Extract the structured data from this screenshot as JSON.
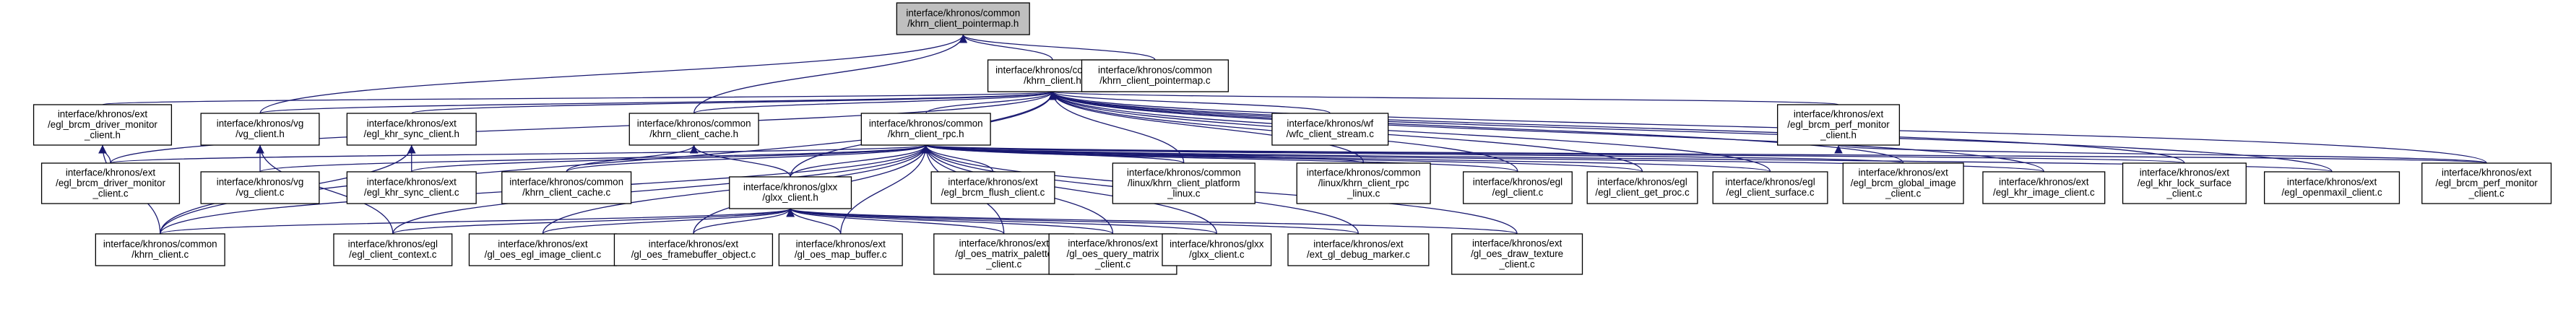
{
  "diagram": {
    "nodes": [
      {
        "id": "root",
        "lines": [
          "interface/khronos/common",
          "/khrn_client_pointermap.h"
        ],
        "root": true
      },
      {
        "id": "khrn_client_h",
        "lines": [
          "interface/khronos/common",
          "/khrn_client.h"
        ]
      },
      {
        "id": "khrn_client_pointermap_c",
        "lines": [
          "interface/khronos/common",
          "/khrn_client_pointermap.c"
        ]
      },
      {
        "id": "drv_mon_h",
        "lines": [
          "interface/khronos/ext",
          "/egl_brcm_driver_monitor",
          "_client.h"
        ]
      },
      {
        "id": "vg_client_h",
        "lines": [
          "interface/khronos/vg",
          "/vg_client.h"
        ]
      },
      {
        "id": "khr_sync_h",
        "lines": [
          "interface/khronos/ext",
          "/egl_khr_sync_client.h"
        ]
      },
      {
        "id": "client_cache_h",
        "lines": [
          "interface/khronos/common",
          "/khrn_client_cache.h"
        ]
      },
      {
        "id": "client_rpc_h",
        "lines": [
          "interface/khronos/common",
          "/khrn_client_rpc.h"
        ]
      },
      {
        "id": "wfc_stream_c",
        "lines": [
          "interface/khronos/wf",
          "/wfc_client_stream.c"
        ]
      },
      {
        "id": "perf_mon_h",
        "lines": [
          "interface/khronos/ext",
          "/egl_brcm_perf_monitor",
          "_client.h"
        ]
      },
      {
        "id": "drv_mon_c",
        "lines": [
          "interface/khronos/ext",
          "/egl_brcm_driver_monitor",
          "_client.c"
        ]
      },
      {
        "id": "vg_client_c",
        "lines": [
          "interface/khronos/vg",
          "/vg_client.c"
        ]
      },
      {
        "id": "khr_sync_c",
        "lines": [
          "interface/khronos/ext",
          "/egl_khr_sync_client.c"
        ]
      },
      {
        "id": "client_cache_c",
        "lines": [
          "interface/khronos/common",
          "/khrn_client_cache.c"
        ]
      },
      {
        "id": "glxx_client_h",
        "lines": [
          "interface/khronos/glxx",
          "/glxx_client.h"
        ]
      },
      {
        "id": "flush_c",
        "lines": [
          "interface/khronos/ext",
          "/egl_brcm_flush_client.c"
        ]
      },
      {
        "id": "linux_platform_c",
        "lines": [
          "interface/khronos/common",
          "/linux/khrn_client_platform",
          "_linux.c"
        ]
      },
      {
        "id": "linux_rpc_c",
        "lines": [
          "interface/khronos/common",
          "/linux/khrn_client_rpc",
          "_linux.c"
        ]
      },
      {
        "id": "egl_client_c",
        "lines": [
          "interface/khronos/egl",
          "/egl_client.c"
        ]
      },
      {
        "id": "egl_get_proc_c",
        "lines": [
          "interface/khronos/egl",
          "/egl_client_get_proc.c"
        ]
      },
      {
        "id": "egl_surface_c",
        "lines": [
          "interface/khronos/egl",
          "/egl_client_surface.c"
        ]
      },
      {
        "id": "global_image_c",
        "lines": [
          "interface/khronos/ext",
          "/egl_brcm_global_image",
          "_client.c"
        ]
      },
      {
        "id": "khr_image_c",
        "lines": [
          "interface/khronos/ext",
          "/egl_khr_image_client.c"
        ]
      },
      {
        "id": "khr_lock_surface_c",
        "lines": [
          "interface/khronos/ext",
          "/egl_khr_lock_surface",
          "_client.c"
        ]
      },
      {
        "id": "openmaxil_c",
        "lines": [
          "interface/khronos/ext",
          "/egl_openmaxil_client.c"
        ]
      },
      {
        "id": "perf_mon_c",
        "lines": [
          "interface/khronos/ext",
          "/egl_brcm_perf_monitor",
          "_client.c"
        ]
      },
      {
        "id": "khrn_client_c",
        "lines": [
          "interface/khronos/common",
          "/khrn_client.c"
        ]
      },
      {
        "id": "egl_context_c",
        "lines": [
          "interface/khronos/egl",
          "/egl_client_context.c"
        ]
      },
      {
        "id": "gl_egl_image_c",
        "lines": [
          "interface/khronos/ext",
          "/gl_oes_egl_image_client.c"
        ]
      },
      {
        "id": "gl_framebuffer_c",
        "lines": [
          "interface/khronos/ext",
          "/gl_oes_framebuffer_object.c"
        ]
      },
      {
        "id": "gl_map_buffer_c",
        "lines": [
          "interface/khronos/ext",
          "/gl_oes_map_buffer.c"
        ]
      },
      {
        "id": "gl_matrix_palette_c",
        "lines": [
          "interface/khronos/ext",
          "/gl_oes_matrix_palette",
          "_client.c"
        ]
      },
      {
        "id": "gl_query_matrix_c",
        "lines": [
          "interface/khronos/ext",
          "/gl_oes_query_matrix",
          "_client.c"
        ]
      },
      {
        "id": "glxx_client_c",
        "lines": [
          "interface/khronos/glxx",
          "/glxx_client.c"
        ]
      },
      {
        "id": "gl_debug_marker_c",
        "lines": [
          "interface/khronos/ext",
          "/ext_gl_debug_marker.c"
        ]
      },
      {
        "id": "gl_draw_texture_c",
        "lines": [
          "interface/khronos/ext",
          "/gl_oes_draw_texture",
          "_client.c"
        ]
      }
    ],
    "edges": [
      [
        "khrn_client_h",
        "root"
      ],
      [
        "khrn_client_pointermap_c",
        "root"
      ],
      [
        "vg_client_h",
        "root"
      ],
      [
        "client_cache_h",
        "root"
      ],
      [
        "drv_mon_h",
        "khrn_client_h"
      ],
      [
        "vg_client_h",
        "khrn_client_h"
      ],
      [
        "khr_sync_h",
        "khrn_client_h"
      ],
      [
        "client_cache_h",
        "khrn_client_h"
      ],
      [
        "client_rpc_h",
        "khrn_client_h"
      ],
      [
        "wfc_stream_c",
        "khrn_client_h"
      ],
      [
        "perf_mon_h",
        "khrn_client_h"
      ],
      [
        "glxx_client_h",
        "khrn_client_h"
      ],
      [
        "linux_platform_c",
        "khrn_client_h"
      ],
      [
        "linux_rpc_c",
        "khrn_client_h"
      ],
      [
        "egl_client_c",
        "khrn_client_h"
      ],
      [
        "egl_get_proc_c",
        "khrn_client_h"
      ],
      [
        "egl_surface_c",
        "khrn_client_h"
      ],
      [
        "global_image_c",
        "khrn_client_h"
      ],
      [
        "khr_image_c",
        "khrn_client_h"
      ],
      [
        "khr_lock_surface_c",
        "khrn_client_h"
      ],
      [
        "openmaxil_c",
        "khrn_client_h"
      ],
      [
        "perf_mon_c",
        "khrn_client_h"
      ],
      [
        "drv_mon_c",
        "khrn_client_h"
      ],
      [
        "khrn_client_c",
        "khrn_client_h"
      ],
      [
        "drv_mon_c",
        "drv_mon_h"
      ],
      [
        "khrn_client_c",
        "drv_mon_h"
      ],
      [
        "vg_client_c",
        "vg_client_h"
      ],
      [
        "egl_context_c",
        "vg_client_h"
      ],
      [
        "khr_sync_c",
        "khr_sync_h"
      ],
      [
        "khrn_client_c",
        "khr_sync_h"
      ],
      [
        "client_cache_c",
        "client_cache_h"
      ],
      [
        "glxx_client_h",
        "client_cache_h"
      ],
      [
        "perf_mon_c",
        "perf_mon_h"
      ],
      [
        "drv_mon_c",
        "client_rpc_h"
      ],
      [
        "khr_sync_c",
        "client_rpc_h"
      ],
      [
        "client_cache_c",
        "client_rpc_h"
      ],
      [
        "glxx_client_h",
        "client_rpc_h"
      ],
      [
        "flush_c",
        "client_rpc_h"
      ],
      [
        "linux_platform_c",
        "client_rpc_h"
      ],
      [
        "linux_rpc_c",
        "client_rpc_h"
      ],
      [
        "egl_client_c",
        "client_rpc_h"
      ],
      [
        "egl_get_proc_c",
        "client_rpc_h"
      ],
      [
        "egl_surface_c",
        "client_rpc_h"
      ],
      [
        "global_image_c",
        "client_rpc_h"
      ],
      [
        "khr_image_c",
        "client_rpc_h"
      ],
      [
        "khr_lock_surface_c",
        "client_rpc_h"
      ],
      [
        "openmaxil_c",
        "client_rpc_h"
      ],
      [
        "perf_mon_c",
        "client_rpc_h"
      ],
      [
        "khrn_client_c",
        "client_rpc_h"
      ],
      [
        "egl_context_c",
        "client_rpc_h"
      ],
      [
        "gl_egl_image_c",
        "client_rpc_h"
      ],
      [
        "gl_framebuffer_c",
        "client_rpc_h"
      ],
      [
        "gl_map_buffer_c",
        "client_rpc_h"
      ],
      [
        "gl_matrix_palette_c",
        "client_rpc_h"
      ],
      [
        "gl_query_matrix_c",
        "client_rpc_h"
      ],
      [
        "glxx_client_c",
        "client_rpc_h"
      ],
      [
        "gl_debug_marker_c",
        "client_rpc_h"
      ],
      [
        "gl_draw_texture_c",
        "client_rpc_h"
      ],
      [
        "vg_client_c",
        "client_rpc_h"
      ],
      [
        "khrn_client_c",
        "glxx_client_h"
      ],
      [
        "egl_context_c",
        "glxx_client_h"
      ],
      [
        "gl_egl_image_c",
        "glxx_client_h"
      ],
      [
        "gl_framebuffer_c",
        "glxx_client_h"
      ],
      [
        "gl_map_buffer_c",
        "glxx_client_h"
      ],
      [
        "gl_matrix_palette_c",
        "glxx_client_h"
      ],
      [
        "gl_query_matrix_c",
        "glxx_client_h"
      ],
      [
        "glxx_client_c",
        "glxx_client_h"
      ],
      [
        "gl_debug_marker_c",
        "glxx_client_h"
      ],
      [
        "gl_draw_texture_c",
        "glxx_client_h"
      ]
    ]
  }
}
